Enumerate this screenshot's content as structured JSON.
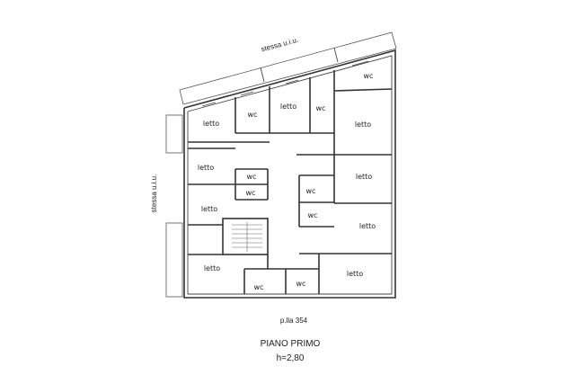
{
  "plan": {
    "neighbor_top": "stessa u.i.u.",
    "neighbor_left": "stessa u.i.u.",
    "parcel": "p.lla 354",
    "floor_title": "PIANO PRIMO",
    "floor_height": "h=2,80"
  },
  "rooms": {
    "letto_1": "letto",
    "wc_1": "wc",
    "letto_2": "letto",
    "wc_2": "wc",
    "wc_top": "wc",
    "letto_3": "letto",
    "letto_4": "letto",
    "wc_3": "wc",
    "wc_4": "wc",
    "letto_5": "letto",
    "wc_5": "wc",
    "letto_6": "letto",
    "wc_6": "wc",
    "letto_7": "letto",
    "letto_8": "letto",
    "wc_7": "wc",
    "wc_8": "wc",
    "letto_9": "letto"
  }
}
